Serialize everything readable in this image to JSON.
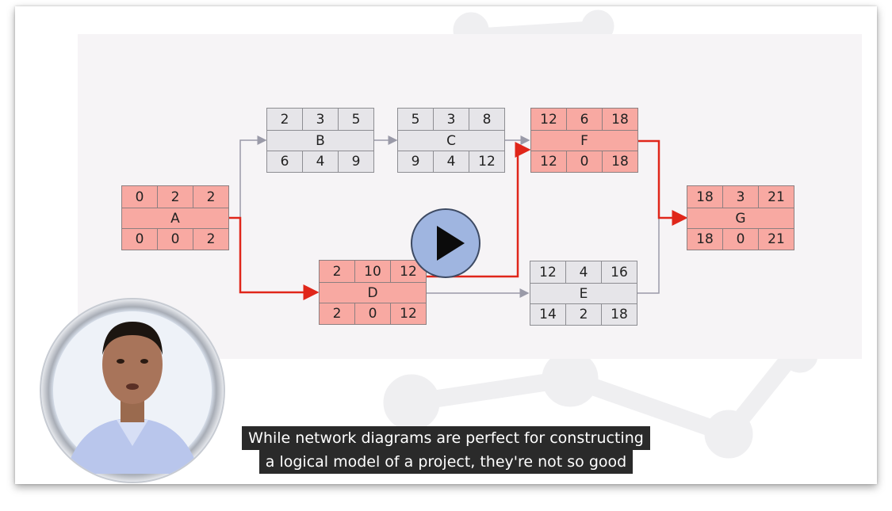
{
  "diagram": {
    "nodes": [
      {
        "id": "A",
        "name": "A",
        "critical": true,
        "top": [
          "0",
          "2",
          "2"
        ],
        "bottom": [
          "0",
          "0",
          "2"
        ]
      },
      {
        "id": "B",
        "name": "B",
        "critical": false,
        "top": [
          "2",
          "3",
          "5"
        ],
        "bottom": [
          "6",
          "4",
          "9"
        ]
      },
      {
        "id": "C",
        "name": "C",
        "critical": false,
        "top": [
          "5",
          "3",
          "8"
        ],
        "bottom": [
          "9",
          "4",
          "12"
        ]
      },
      {
        "id": "D",
        "name": "D",
        "critical": true,
        "top": [
          "2",
          "10",
          "12"
        ],
        "bottom": [
          "2",
          "0",
          "12"
        ]
      },
      {
        "id": "E",
        "name": "E",
        "critical": false,
        "top": [
          "12",
          "4",
          "16"
        ],
        "bottom": [
          "14",
          "2",
          "18"
        ]
      },
      {
        "id": "F",
        "name": "F",
        "critical": true,
        "top": [
          "12",
          "6",
          "18"
        ],
        "bottom": [
          "12",
          "0",
          "18"
        ]
      },
      {
        "id": "G",
        "name": "G",
        "critical": true,
        "top": [
          "18",
          "3",
          "21"
        ],
        "bottom": [
          "18",
          "0",
          "21"
        ]
      }
    ],
    "edges": [
      {
        "from": "A",
        "to": "B",
        "critical": false
      },
      {
        "from": "A",
        "to": "D",
        "critical": true
      },
      {
        "from": "B",
        "to": "C",
        "critical": false
      },
      {
        "from": "C",
        "to": "F",
        "critical": false
      },
      {
        "from": "D",
        "to": "F",
        "critical": true
      },
      {
        "from": "D",
        "to": "E",
        "critical": false
      },
      {
        "from": "E",
        "to": "G",
        "critical": false
      },
      {
        "from": "F",
        "to": "G",
        "critical": true
      }
    ],
    "colors": {
      "critical": "#f8a9a2",
      "normal": "#e6e5e9",
      "critical_edge": "#e0261a",
      "normal_edge": "#9a9aa8"
    }
  },
  "player": {
    "play_icon": "play-icon"
  },
  "presenter": {
    "icon": "presenter-avatar"
  },
  "caption": {
    "line1": "While network diagrams are perfect for constructing",
    "line2": "a logical model of a project, they're not so good"
  }
}
